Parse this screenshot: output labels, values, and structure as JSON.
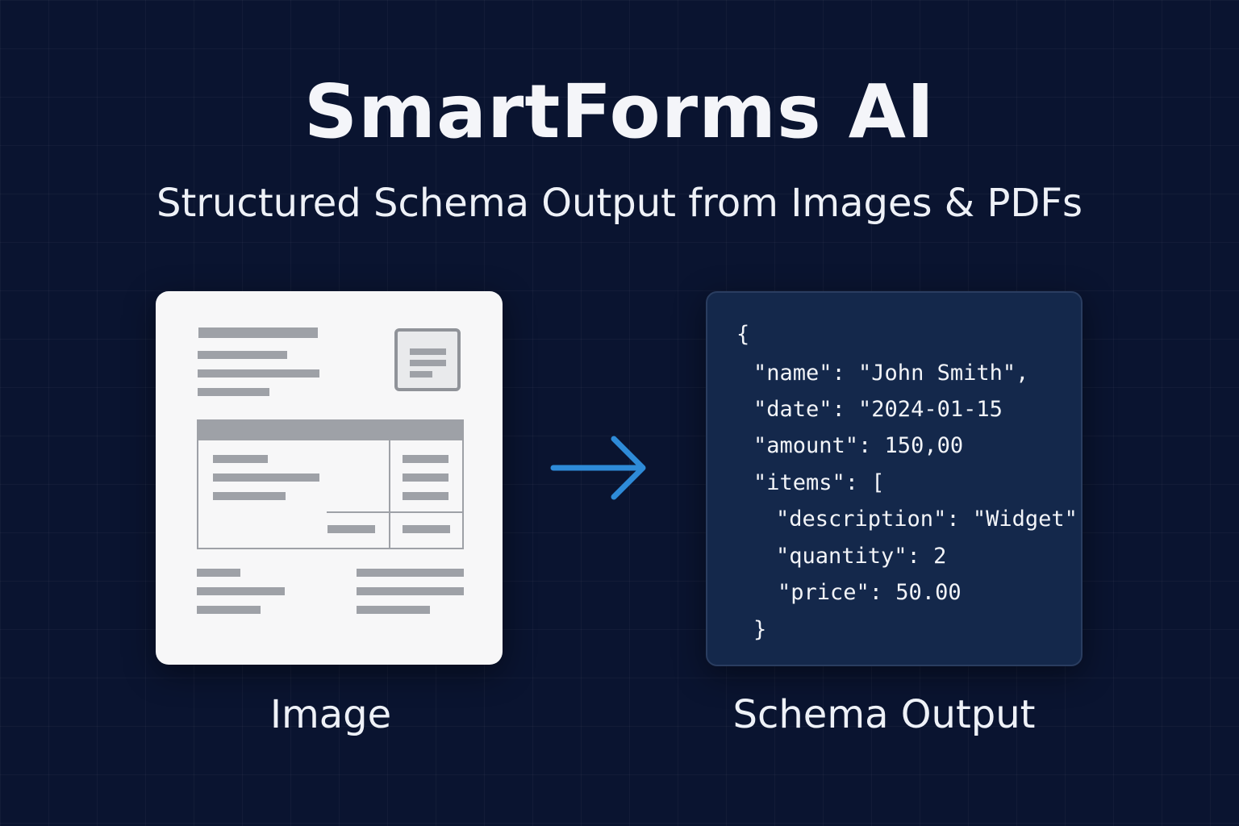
{
  "header": {
    "title": "SmartForms AI",
    "subtitle": "Structured Schema Output from Images & PDFs"
  },
  "left_panel": {
    "caption": "Image",
    "icon": "document-form-icon"
  },
  "arrow": {
    "icon": "arrow-right-icon",
    "color": "#2e8bd8"
  },
  "right_panel": {
    "caption": "Schema Output",
    "code_lines": [
      "{",
      "\"name\": \"John Smith\",",
      "\"date\": \"2024-01-15",
      "\"amount\": 150,00",
      "\"items\": [",
      "\"description\": \"Widget\"",
      "\"quantity\": 2",
      "\"price\": 50.00",
      "}"
    ]
  },
  "colors": {
    "background": "#0a1430",
    "card_light": "#f7f7f8",
    "card_dark": "#14284b",
    "placeholder_gray": "#9ea1a7"
  }
}
